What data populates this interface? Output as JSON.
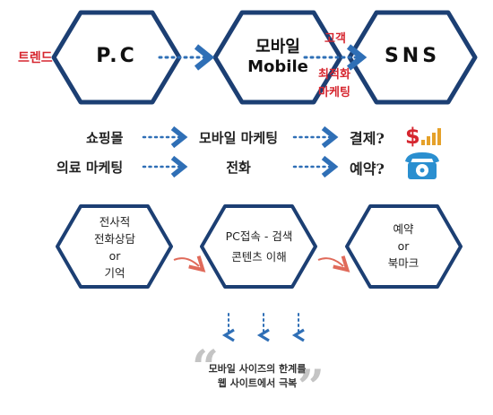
{
  "top_row": {
    "left_label": "트렌드",
    "hex1": "P.C",
    "hex2_line1": "모바일",
    "hex2_line2": "Mobile",
    "mid_label_top": "고객",
    "mid_label_bottom_line1": "최적화",
    "mid_label_bottom_line2": "마케팅",
    "hex3": "SNS"
  },
  "middle_rows": {
    "row1_left": "쇼핑몰",
    "row1_mid": "모바일 마케팅",
    "row1_right": "결제?",
    "row2_left": "의료 마케팅",
    "row2_mid": "전화",
    "row2_right": "예약?"
  },
  "bottom_row": {
    "hex1_line1": "전사적",
    "hex1_line2": "전화상담",
    "hex1_line3": "or",
    "hex1_line4": "기억",
    "hex2_line1": "PC접속 - 검색",
    "hex2_line2": "콘텐츠 이해",
    "hex3_line1": "예약",
    "hex3_line2": "or",
    "hex3_line3": "북마크"
  },
  "quote": {
    "line1": "모바일 사이즈의 한계를",
    "line2": "웹 사이트에서 극복"
  },
  "colors": {
    "hex_stroke": "#1c3f73",
    "dotted_blue": "#2f6fb6",
    "accent_red": "#d6262f",
    "curve_arrow": "#e06a5a",
    "bar_gold": "#e5a12a",
    "phone_blue": "#2a8fd0"
  },
  "icons": [
    "dollar-bar-icon",
    "phone-icon"
  ]
}
